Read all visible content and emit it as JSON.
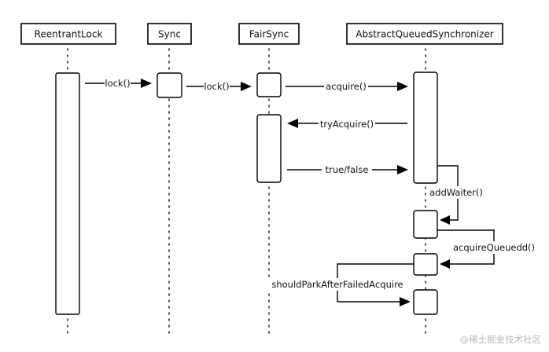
{
  "participants": [
    {
      "id": "reentrantlock",
      "label": "ReentrantLock"
    },
    {
      "id": "sync",
      "label": "Sync"
    },
    {
      "id": "fairsync",
      "label": "FairSync"
    },
    {
      "id": "aqs",
      "label": "AbstractQueuedSynchronizer"
    }
  ],
  "messages": [
    {
      "id": "lock-1",
      "label": "lock()"
    },
    {
      "id": "lock-2",
      "label": "lock()"
    },
    {
      "id": "acquire",
      "label": "acquire()"
    },
    {
      "id": "try-acquire",
      "label": "tryAcquire()"
    },
    {
      "id": "true-false",
      "label": "true/false"
    },
    {
      "id": "add-waiter",
      "label": "addWaiter()"
    },
    {
      "id": "acquire-queued",
      "label": "acquireQueuedd()"
    },
    {
      "id": "should-park",
      "label": "shouldParkAfterFailedAcquire"
    }
  ],
  "watermark": "@稀土掘金技术社区"
}
